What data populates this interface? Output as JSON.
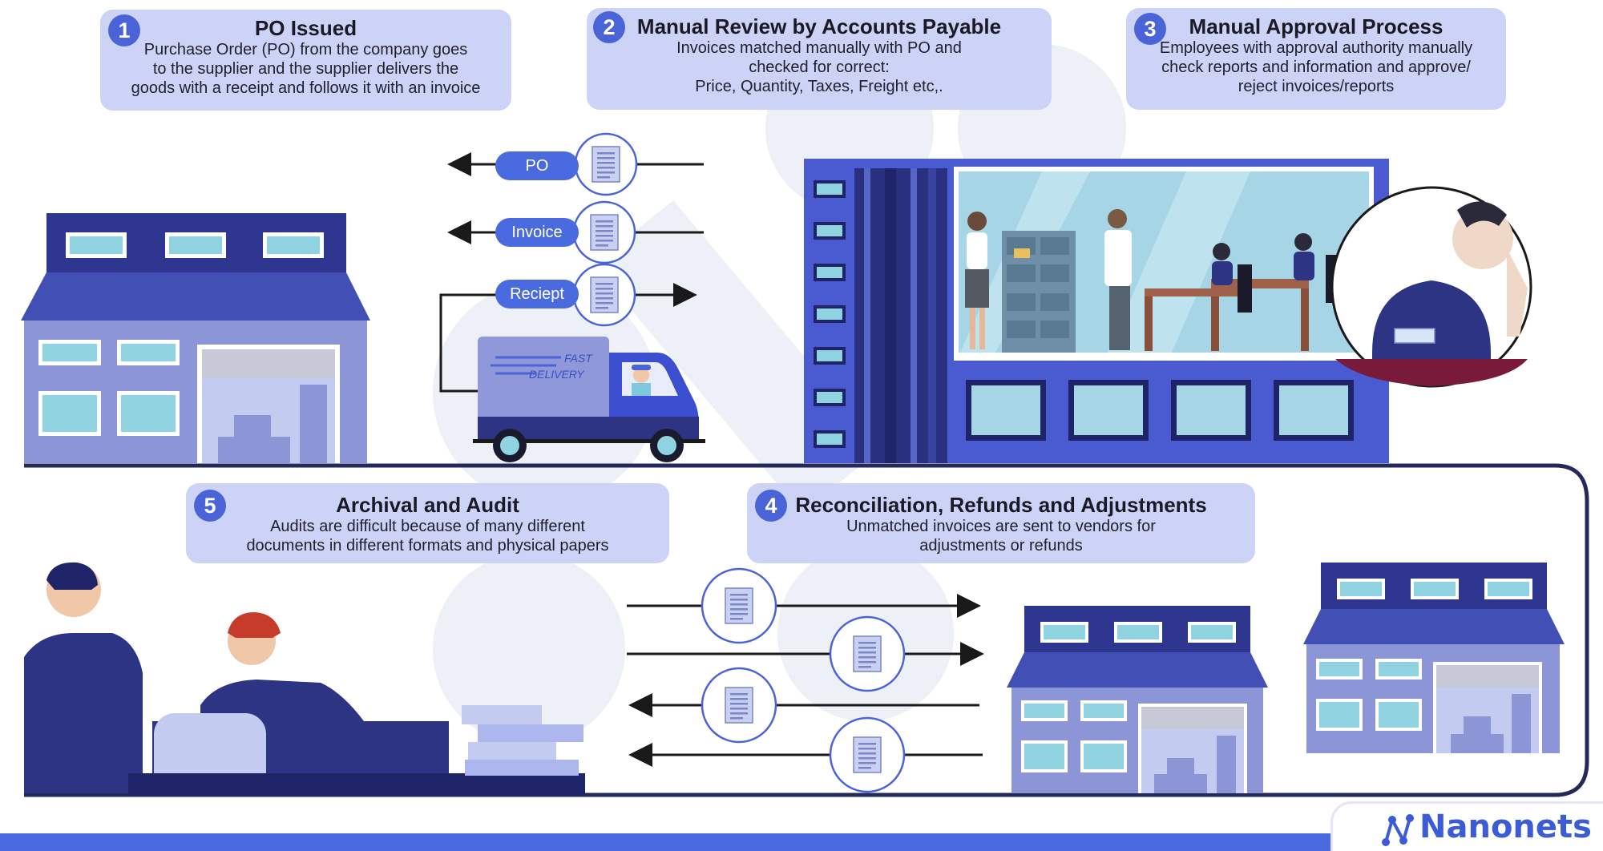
{
  "steps": [
    {
      "number": "1",
      "title": "PO Issued",
      "lines": [
        "Purchase Order (PO) from the company goes",
        "to the supplier and the supplier delivers the",
        "goods with a receipt and follows it with an invoice"
      ]
    },
    {
      "number": "2",
      "title": "Manual Review by Accounts Payable",
      "lines": [
        "Invoices matched manually with PO and",
        "checked for correct:",
        "Price, Quantity, Taxes, Freight etc,."
      ]
    },
    {
      "number": "3",
      "title": "Manual Approval Process",
      "lines": [
        "Employees with approval authority manually",
        "check reports and information and approve/",
        "reject invoices/reports"
      ]
    },
    {
      "number": "4",
      "title": "Reconciliation, Refunds and Adjustments",
      "lines": [
        "Unmatched invoices are sent to vendors for",
        "adjustments or refunds"
      ]
    },
    {
      "number": "5",
      "title": "Archival and Audit",
      "lines": [
        "Audits are difficult because of many different",
        "documents in different formats and physical papers"
      ]
    }
  ],
  "documents": {
    "po": "PO",
    "invoice": "Invoice",
    "receipt": "Reciept"
  },
  "truck": {
    "line1": "FAST",
    "line2": "DELIVERY"
  },
  "brand": {
    "name": "Nanonets"
  },
  "colors": {
    "accent": "#4a64d8",
    "navy": "#2d3483",
    "card": "#cdd3f6",
    "building": "#5b66c0"
  }
}
